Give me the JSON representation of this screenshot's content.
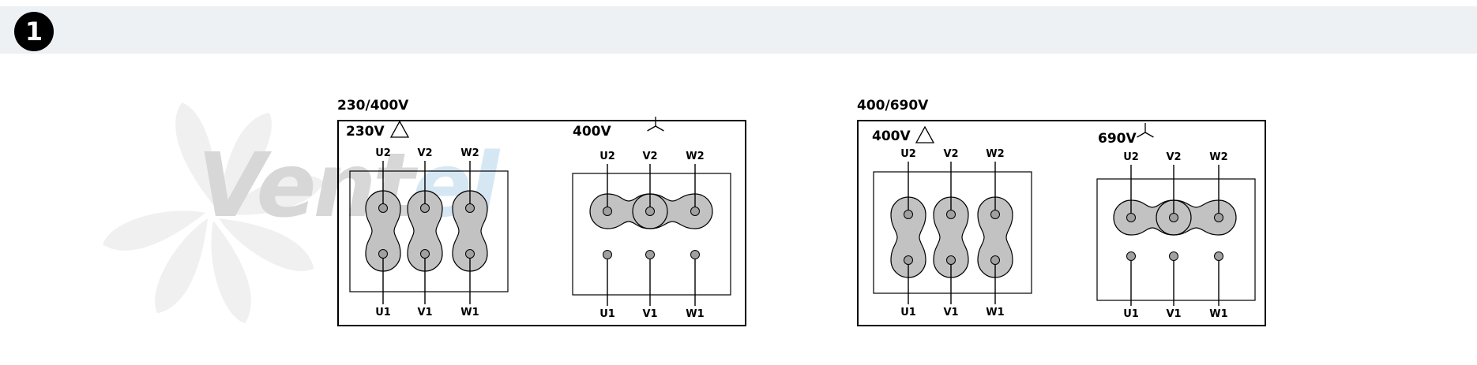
{
  "header": {
    "step_number": "❶"
  },
  "watermark": {
    "brand_part1": "Vent",
    "brand_part2": "el"
  },
  "panels": [
    {
      "title": "230/400V",
      "connections": [
        {
          "label": "230V",
          "type": "delta",
          "top_terminals": [
            "U2",
            "V2",
            "W2"
          ],
          "bottom_terminals": [
            "U1",
            "V1",
            "W1"
          ]
        },
        {
          "label": "400V",
          "type": "star",
          "top_terminals": [
            "U2",
            "V2",
            "W2"
          ],
          "bottom_terminals": [
            "U1",
            "V1",
            "W1"
          ]
        }
      ]
    },
    {
      "title": "400/690V",
      "connections": [
        {
          "label": "400V",
          "type": "delta",
          "top_terminals": [
            "U2",
            "V2",
            "W2"
          ],
          "bottom_terminals": [
            "U1",
            "V1",
            "W1"
          ]
        },
        {
          "label": "690V",
          "type": "star",
          "top_terminals": [
            "U2",
            "V2",
            "W2"
          ],
          "bottom_terminals": [
            "U1",
            "V1",
            "W1"
          ]
        }
      ]
    }
  ],
  "colors": {
    "bridge_fill": "#c2c2c2",
    "pin_fill": "#a0a0a0",
    "stroke": "#000000"
  }
}
